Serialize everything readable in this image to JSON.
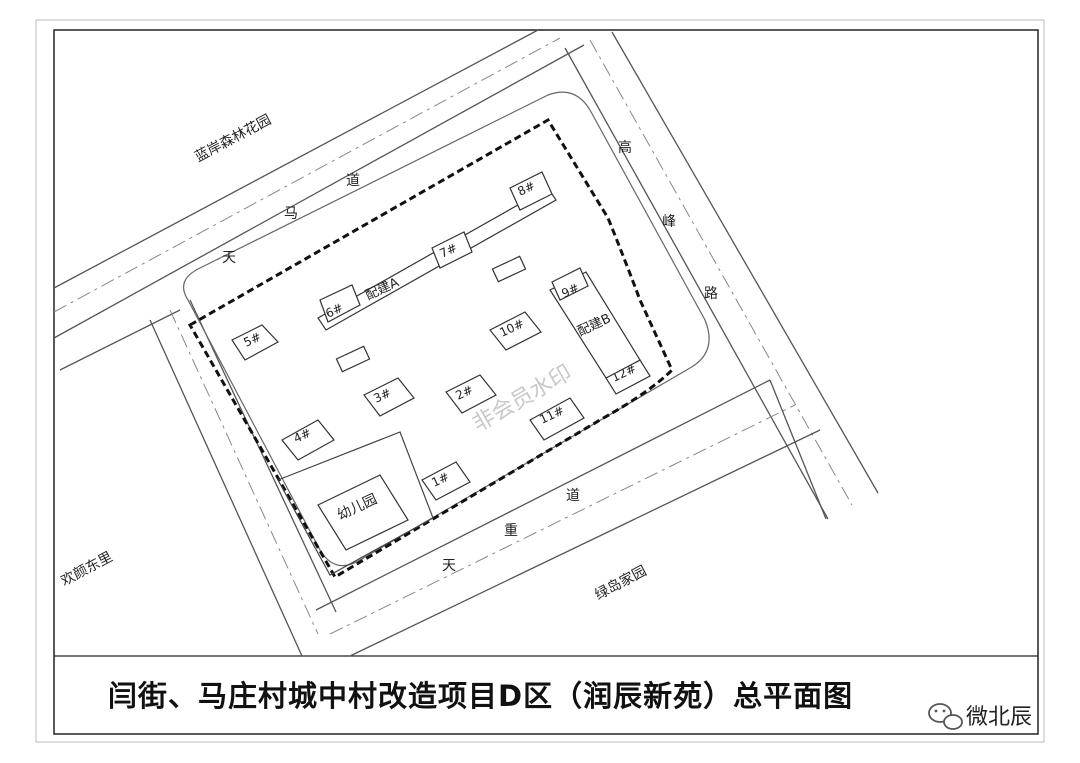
{
  "title": "闫街、马庄村城中村改造项目D区（润辰新苑）总平面图",
  "labels": {
    "lanan": "蓝岸森林花园",
    "tianma_1": "天",
    "tianma_2": "马",
    "tianma_3": "道",
    "gaofeng_1": "高",
    "gaofeng_2": "峰",
    "gaofeng_3": "路",
    "tianzhong_1": "天",
    "tianzhong_2": "重",
    "tianzhong_3": "道",
    "huanying": "欢颜东里",
    "lvdao": "绿岛家园"
  },
  "buildings": {
    "b1": "1#",
    "b2": "2#",
    "b3": "3#",
    "b4": "4#",
    "b5": "5#",
    "b6": "6#",
    "b7": "7#",
    "b8": "8#",
    "b9": "9#",
    "b10": "10#",
    "b11": "11#",
    "b12": "12#",
    "peijian_a": "配建A",
    "peijian_b": "配建B",
    "kindergarten": "幼儿园"
  },
  "watermark": "非会员水印",
  "logo": "微北辰"
}
